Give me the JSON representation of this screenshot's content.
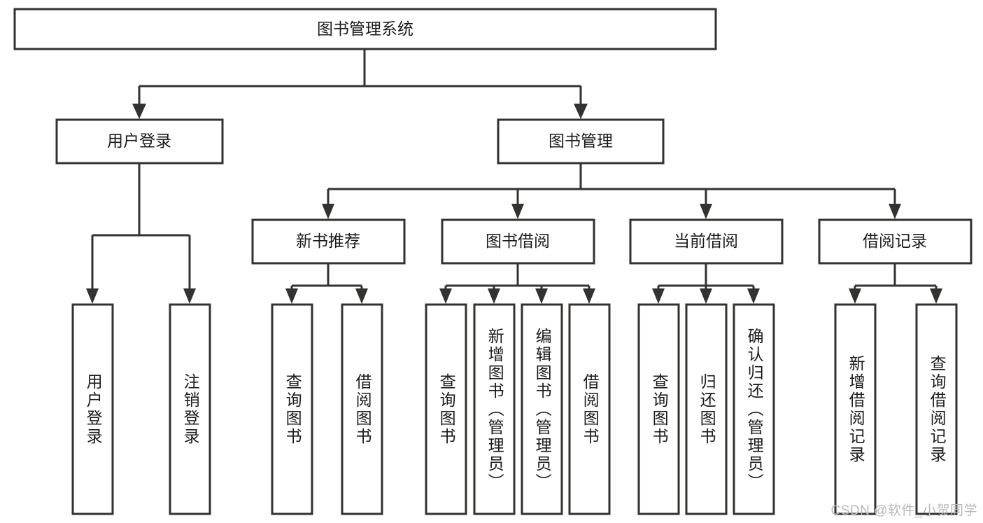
{
  "diagram": {
    "type": "hierarchy-tree",
    "title_node": {
      "label": "图书管理系统"
    },
    "level2": [
      {
        "id": "user-login",
        "label": "用户登录"
      },
      {
        "id": "book-management",
        "label": "图书管理"
      }
    ],
    "level3": [
      {
        "id": "new-book-recommend",
        "label": "新书推荐",
        "parent": "book-management"
      },
      {
        "id": "book-borrow",
        "label": "图书借阅",
        "parent": "book-management"
      },
      {
        "id": "current-borrow",
        "label": "当前借阅",
        "parent": "book-management"
      },
      {
        "id": "borrow-record",
        "label": "借阅记录",
        "parent": "book-management"
      }
    ],
    "leaves": {
      "user-login": [
        {
          "id": "leaf-user-login",
          "label": "用户登录"
        },
        {
          "id": "leaf-logout-login",
          "label": "注销登录"
        }
      ],
      "new-book-recommend": [
        {
          "id": "leaf-query-book-1",
          "label": "查询图书"
        },
        {
          "id": "leaf-borrow-book-1",
          "label": "借阅图书"
        }
      ],
      "book-borrow": [
        {
          "id": "leaf-query-book-2",
          "label": "查询图书"
        },
        {
          "id": "leaf-add-book",
          "label": "新增图书（管理员）"
        },
        {
          "id": "leaf-edit-book",
          "label": "编辑图书（管理员）"
        },
        {
          "id": "leaf-borrow-book-2",
          "label": "借阅图书"
        }
      ],
      "current-borrow": [
        {
          "id": "leaf-query-book-3",
          "label": "查询图书"
        },
        {
          "id": "leaf-return-book",
          "label": "归还图书"
        },
        {
          "id": "leaf-confirm-return",
          "label": "确认归还（管理员）"
        }
      ],
      "borrow-record": [
        {
          "id": "leaf-add-record",
          "label": "新增借阅记录"
        },
        {
          "id": "leaf-query-record",
          "label": "查询借阅记录"
        }
      ]
    },
    "colors": {
      "stroke": "#33322f",
      "fill": "#ffffff",
      "text": "#1c1b1a",
      "watermark": "#b9b9b9"
    }
  },
  "watermark": {
    "text": "CSDN @软件_小贺同学"
  }
}
